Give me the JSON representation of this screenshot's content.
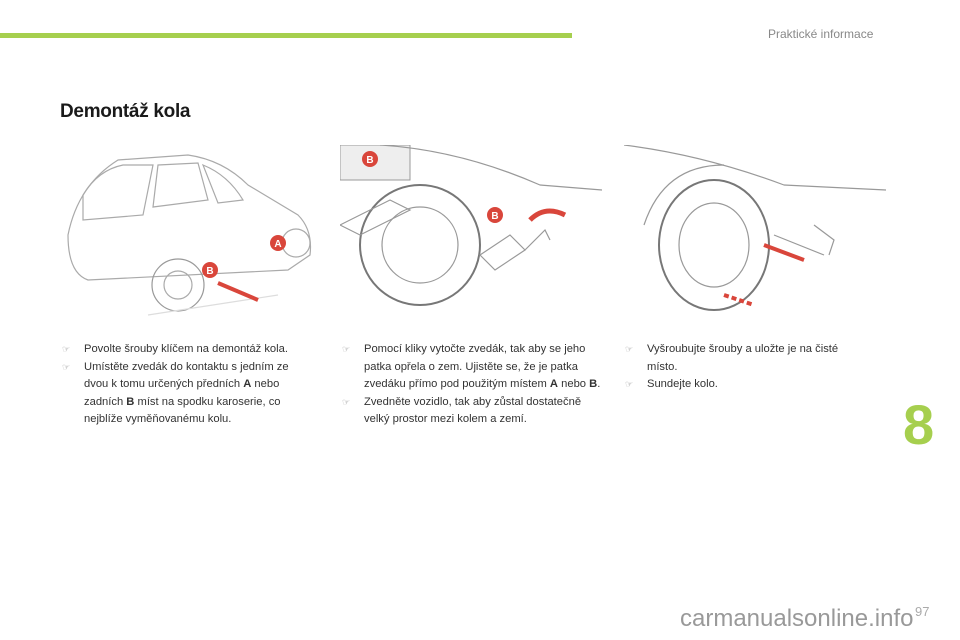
{
  "header": {
    "section": "Praktické informace",
    "accent_color": "#a6cf4e"
  },
  "title": "Demontáž kola",
  "illustrations": [
    {
      "labels": [
        "A",
        "B"
      ]
    },
    {
      "labels": [
        "B",
        "B"
      ]
    },
    {
      "labels": []
    }
  ],
  "columns": [
    {
      "items": [
        {
          "parts": [
            "Povolte šrouby klíčem na demontáž kola."
          ]
        },
        {
          "parts": [
            "Umístěte zvedák do kontaktu s jedním ze dvou k tomu určených předních ",
            "A",
            " nebo zadních ",
            "B",
            " míst na spodku karoserie, co nejblíže vyměňovanému kolu."
          ]
        }
      ]
    },
    {
      "items": [
        {
          "parts": [
            "Pomocí kliky vytočte zvedák, tak aby se jeho patka opřela o zem. Ujistěte se, že je patka zvedáku přímo pod použitým místem ",
            "A",
            " nebo ",
            "B",
            "."
          ]
        },
        {
          "parts": [
            "Zvedněte vozidlo, tak aby zůstal dostatečně velký prostor mezi kolem a zemí."
          ]
        }
      ]
    },
    {
      "items": [
        {
          "parts": [
            "Vyšroubujte šrouby a uložte je na čisté místo."
          ]
        },
        {
          "parts": [
            "Sundejte kolo."
          ]
        }
      ]
    }
  ],
  "bullet_icon": "pointing-hand-icon",
  "bullet_glyph": "☞",
  "chapter_number": "8",
  "page_number": "97",
  "watermark": "carmanualsonline.info"
}
